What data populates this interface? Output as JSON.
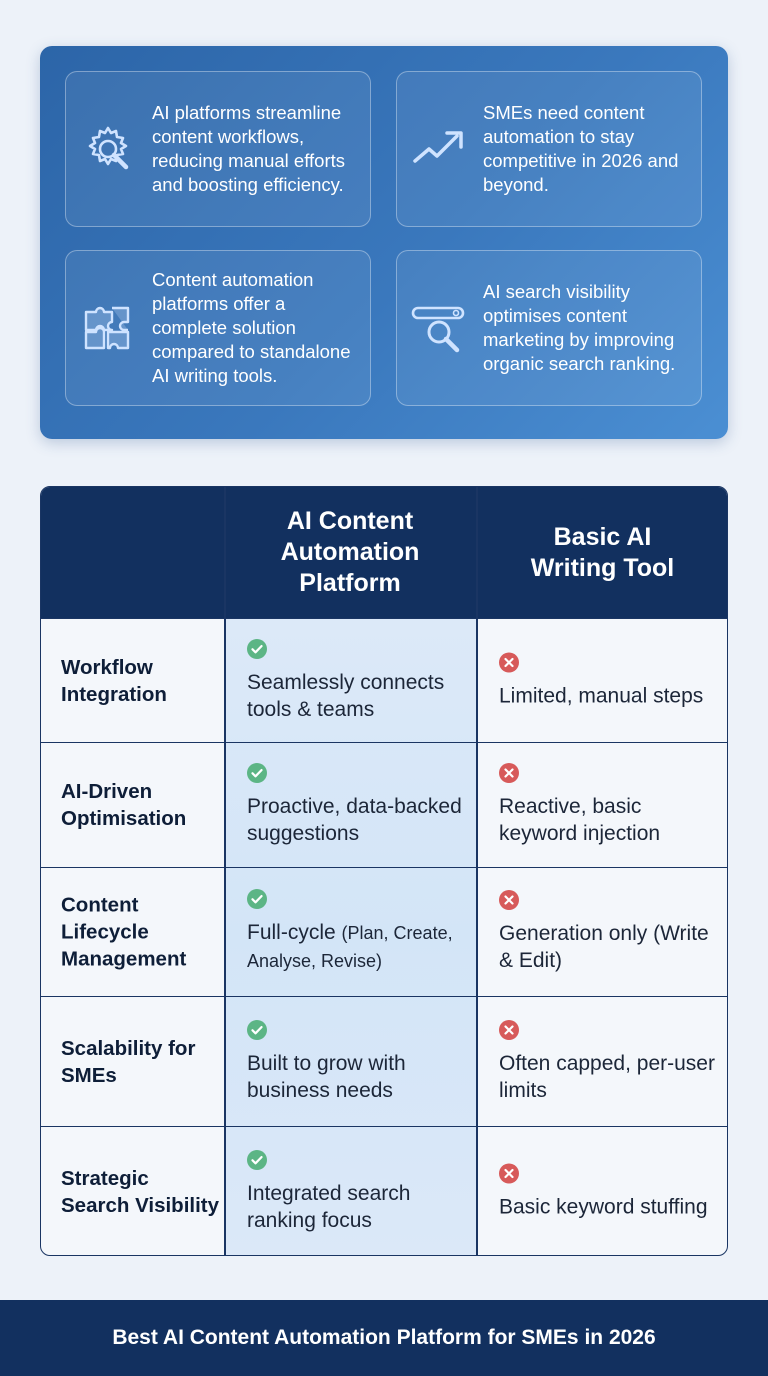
{
  "insights": [
    {
      "icon": "gear-wrench-icon",
      "text": "AI platforms streamline content workflows, reducing manual efforts and boosting efficiency."
    },
    {
      "icon": "trend-up-arrow-icon",
      "text": "SMEs need content automation to stay competitive in 2026 and beyond."
    },
    {
      "icon": "puzzle-icon",
      "text": "Content automation platforms offer a complete solution compared to standalone AI writing tools."
    },
    {
      "icon": "search-magnifier-icon",
      "text": "AI search visibility optimises content marketing by improving organic search ranking."
    }
  ],
  "table": {
    "headers": {
      "feature": "",
      "platform_line1": "AI Content",
      "platform_line2": "Automation",
      "platform_line3": "Platform",
      "tool_line1": "Basic AI",
      "tool_line2": "Writing Tool"
    },
    "rows": [
      {
        "label": "Workflow Integration",
        "platform": "Seamlessly connects tools & teams",
        "tool": "Limited, manual steps"
      },
      {
        "label": "AI-Driven Optimisation",
        "platform": "Proactive, data-backed suggestions",
        "tool": "Reactive, basic keyword injection"
      },
      {
        "label": "Content Lifecycle Management",
        "platform_main": "Full-cycle",
        "platform_detail": "(Plan, Create, Analyse, Revise)",
        "tool": "Generation only (Write & Edit)"
      },
      {
        "label": "Scalability for SMEs",
        "platform": "Built to grow with business needs",
        "tool": "Often capped, per-user limits"
      },
      {
        "label": "Strategic Search Visibility",
        "platform": "Integrated search ranking focus",
        "tool": "Basic keyword stuffing"
      }
    ],
    "marks": {
      "positive": "check-icon",
      "negative": "cross-icon"
    },
    "colors": {
      "check": "#5cb585",
      "cross": "#d75a5a",
      "header": "#12305f"
    }
  },
  "footer": {
    "title": "Best AI Content Automation Platform for SMEs in 2026"
  }
}
